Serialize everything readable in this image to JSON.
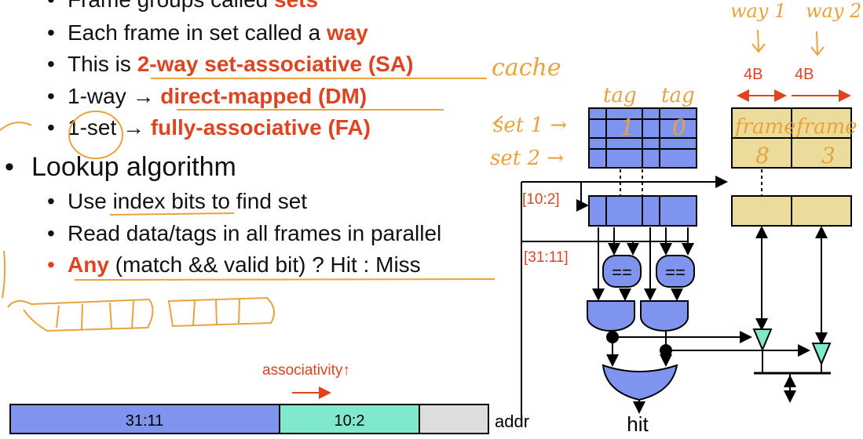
{
  "bullets": [
    {
      "plain": "Frame groups called ",
      "emph": "sets",
      "rest": ""
    },
    {
      "plain": "Each frame in set called a ",
      "emph": "way",
      "rest": ""
    },
    {
      "plain": "This is ",
      "emph": "2-way set-associative (SA)",
      "rest": ""
    },
    {
      "plain": "1-way → ",
      "emph": "direct-mapped (DM)",
      "rest": ""
    },
    {
      "plain": "1-set → ",
      "emph": "fully-associative (FA)",
      "rest": ""
    }
  ],
  "lookup": {
    "heading": "Lookup algorithm",
    "items": [
      {
        "emph": "",
        "text": "Use index bits to find set"
      },
      {
        "emph": "",
        "text": "Read data/tags in all frames in parallel"
      },
      {
        "emph": "Any",
        "text": " (match && valid bit) ? Hit : Miss"
      }
    ]
  },
  "address_bar": {
    "fields": [
      "31:11",
      "10:2",
      ""
    ],
    "label": "addr",
    "arrow_label": "associativity↑"
  },
  "diagram": {
    "index_label": "[10:2]",
    "tag_label": "[31:11]",
    "byte_labels": [
      "4B",
      "4B"
    ],
    "hit_label": "hit",
    "comparator": "=="
  },
  "handwriting": {
    "cache": "cache",
    "way1": "way 1",
    "way2": "way 2",
    "tag1": "tag",
    "tag2": "tag",
    "set1": "set 1 →",
    "set2": "set 2 →",
    "frame1": "frame",
    "frame2": "frame",
    "num1": "1",
    "num0": "0",
    "num8": "8",
    "num3": "3"
  },
  "colors": {
    "blue": "#7f94ee",
    "teal": "#80e8cc",
    "gray": "#dddddd",
    "tan": "#ecdc9c",
    "accent": "#e0431f",
    "ink": "#e8a33d"
  }
}
